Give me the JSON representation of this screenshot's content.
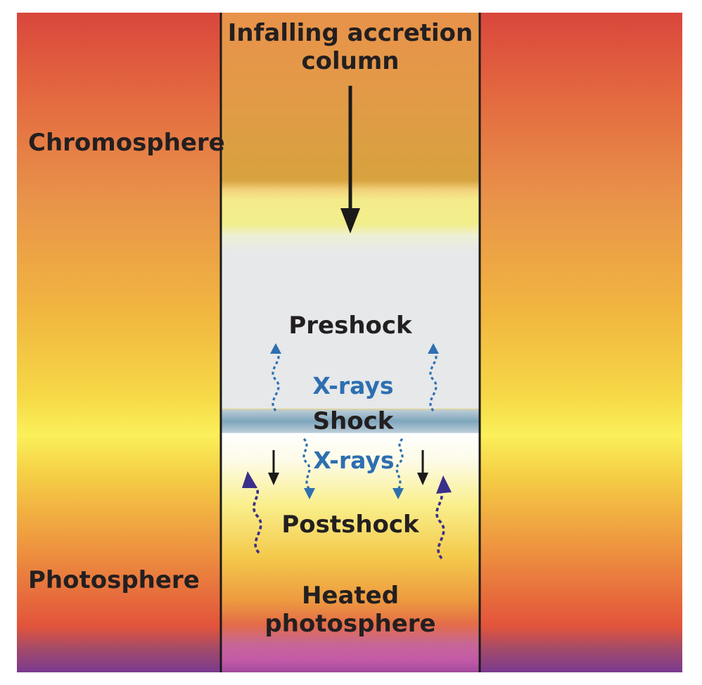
{
  "labels": {
    "chromosphere": "Chromosphere",
    "photosphere": "Photosphere",
    "column_line1": "Infalling accretion",
    "column_line2": "column",
    "preshock": "Preshock",
    "xrays_upper": "X-rays",
    "shock": "Shock",
    "xrays_lower": "X-rays",
    "postshock": "Postshock",
    "heated_line1": "Heated",
    "heated_line2": "photosphere"
  },
  "colors": {
    "text_dark": "#231f20",
    "xray_blue": "#2e6fb0",
    "heat_purple": "#3a2f8a",
    "shock_band": "#7fa6bd",
    "outline": "#1a1a1a"
  }
}
